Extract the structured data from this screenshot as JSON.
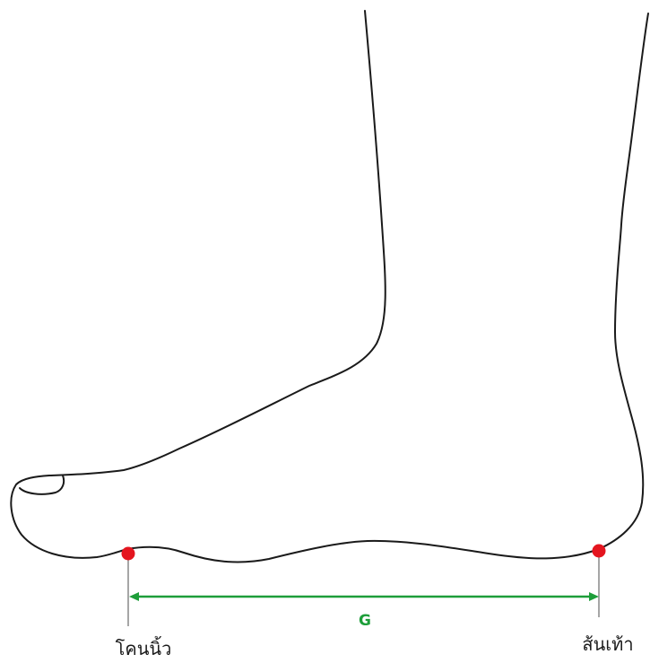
{
  "diagram": {
    "subject": "foot-length",
    "measurement_label": "G",
    "toe_label": "โคนนิ้ว",
    "heel_label": "ส้นเท้า",
    "colors": {
      "outline": "#1a1a1a",
      "measurement_arrow": "#1e9e3a",
      "point_marker": "#e4151f",
      "guide_line": "#a6a6a6"
    }
  }
}
